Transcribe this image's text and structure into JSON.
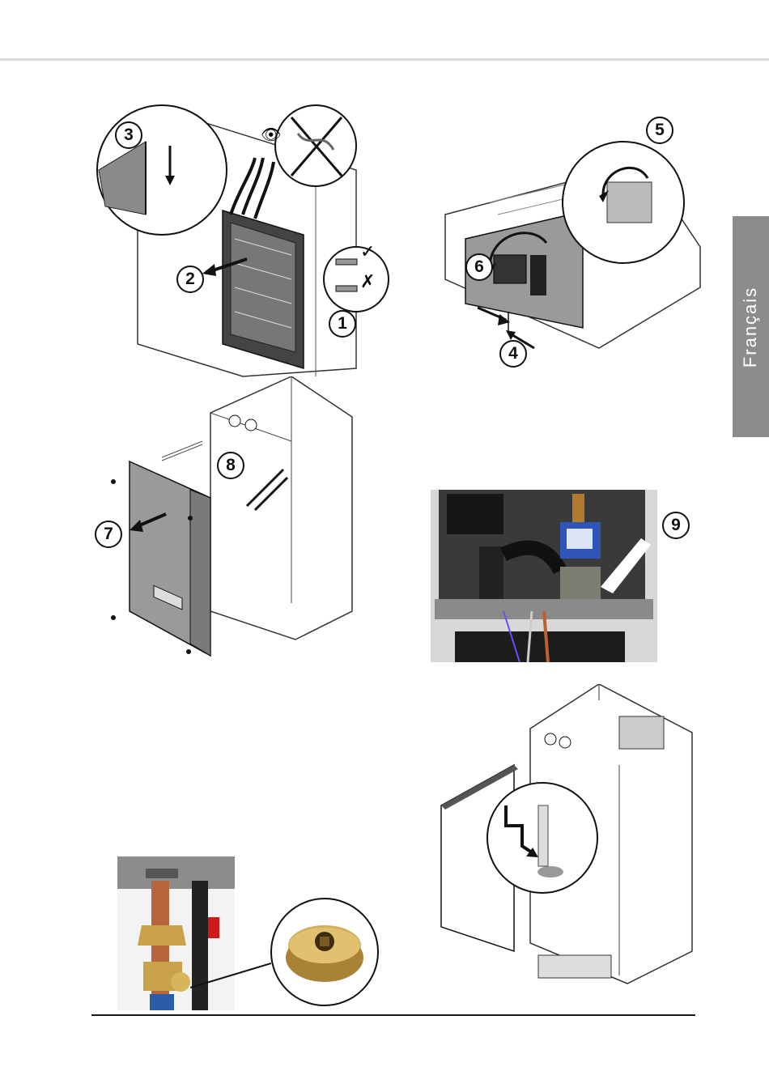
{
  "sidebar": {
    "language_label": "Français"
  },
  "steps": {
    "s1": "1",
    "s2": "2",
    "s3": "3",
    "s4": "4",
    "s5": "5",
    "s6": "6",
    "s7": "7",
    "s8": "8",
    "s9": "9"
  },
  "colors": {
    "tab_bg": "#8c8c8c",
    "rule": "#d9d9d9",
    "brass": "#c9a24a",
    "copper": "#b8643c",
    "panel_grey": "#9a9a9a"
  },
  "icons": [
    "eye-icon",
    "check-icon",
    "cross-icon",
    "screw-icon",
    "arrow-icon"
  ]
}
